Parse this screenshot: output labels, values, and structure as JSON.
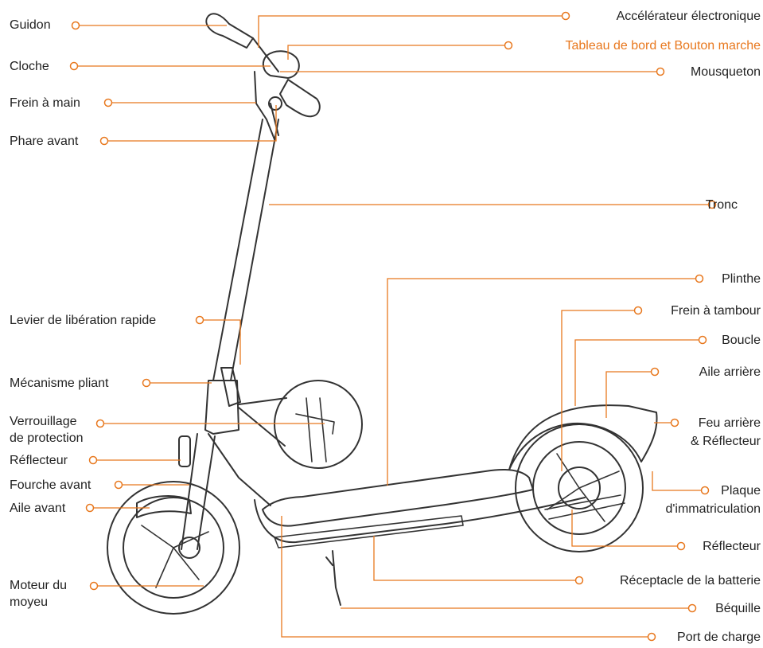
{
  "colors": {
    "accent": "#e8781e",
    "text": "#222222",
    "line": "#333333"
  },
  "labels": {
    "guidon": "Guidon",
    "cloche": "Cloche",
    "frein_main": "Frein à main",
    "phare": "Phare avant",
    "levier": "Levier de libération rapide",
    "mecanisme": "Mécanisme pliant",
    "verrou_1": "Verrouillage",
    "verrou_2": "de protection",
    "reflecteur_avant": "Réflecteur",
    "fourche": "Fourche avant",
    "aile_avant": "Aile avant",
    "moteur_1": "Moteur du",
    "moteur_2": "moyeu",
    "accelerateur": "Accélérateur électronique",
    "tableau": "Tableau de bord et Bouton marche",
    "mousqueton": "Mousqueton",
    "tronc": "Tronc",
    "plinthe": "Plinthe",
    "frein_tambour": "Frein à tambour",
    "boucle": "Boucle",
    "aile_arriere": "Aile arrière",
    "feu_1": "Feu arrière",
    "feu_2": "& Réflecteur",
    "plaque_1": "Plaque",
    "plaque_2": "d'immatriculation",
    "reflecteur_arriere": "Réflecteur",
    "batterie": "Réceptacle de la batterie",
    "bequille": "Béquille",
    "port": "Port de charge"
  }
}
